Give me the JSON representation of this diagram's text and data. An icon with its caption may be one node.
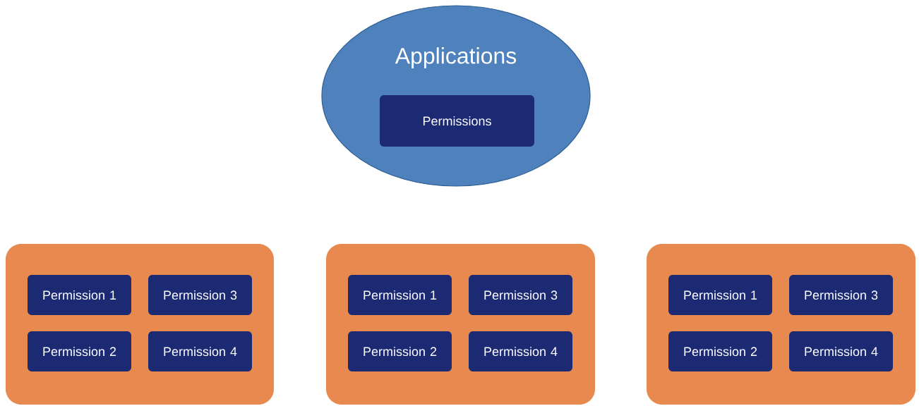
{
  "diagram": {
    "nodes": [
      {
        "text": [
          "Applications"
        ]
      },
      {
        "text": [
          "Permissions"
        ],
        "in": 0
      },
      {
        "text": [],
        "shape": "box"
      },
      {
        "text": [
          "Permission 1"
        ],
        "in": 2
      },
      {
        "text": [
          "Permission 3"
        ],
        "in": 2
      },
      {
        "text": [
          "Permission 2"
        ],
        "in": 2
      },
      {
        "text": [
          "Permission 4"
        ],
        "in": 2
      },
      {
        "text": [],
        "shape": "box"
      },
      {
        "text": [
          "Permission 1"
        ],
        "in": 7
      },
      {
        "text": [
          "Permission 3"
        ],
        "in": 7
      },
      {
        "text": [
          "Permission 2"
        ],
        "in": 7
      },
      {
        "text": [
          "Permission 4"
        ],
        "in": 7
      },
      {
        "text": [],
        "shape": "box"
      },
      {
        "text": [
          "Permission 1"
        ],
        "in": 12
      },
      {
        "text": [
          "Permission 3"
        ],
        "in": 12
      },
      {
        "text": [
          "Permission 2"
        ],
        "in": 12
      },
      {
        "text": [
          "Permission 4"
        ],
        "in": 12
      }
    ]
  }
}
